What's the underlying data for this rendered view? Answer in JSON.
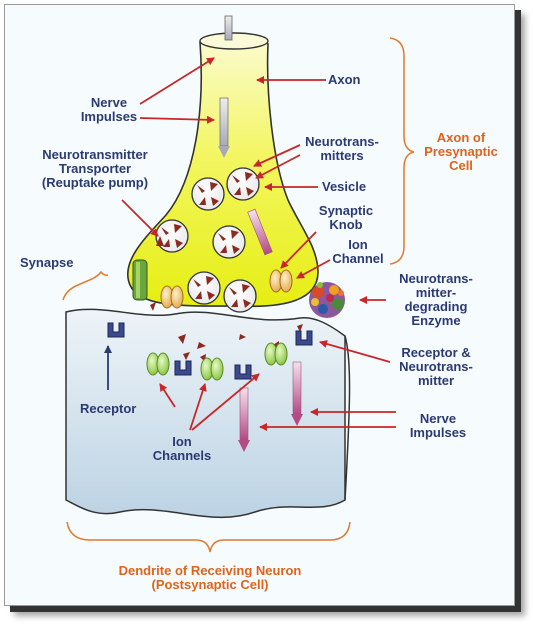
{
  "labels": {
    "axon": "Axon",
    "nerve_impulses_top": "Nerve\nImpulses",
    "neurotransmitter_transporter": "Neurotransmitter\nTransporter\n(Reuptake pump)",
    "neurotransmitters": "Neurotrans-\nmitters",
    "vesicle": "Vesicle",
    "synaptic_knob": "Synaptic\nKnob",
    "ion_channel": "Ion\nChannel",
    "axon_of_presynaptic_cell": "Axon of\nPresynaptic\nCell",
    "synapse": "Synapse",
    "degrading_enzyme": "Neurotrans-\nmitter-\ndegrading\nEnzyme",
    "receptor_and_neurotransmitter": "Receptor &\nNeurotrans-\nmitter",
    "receptor": "Receptor",
    "ion_channels": "Ion\nChannels",
    "nerve_impulses_bottom": "Nerve\nImpulses",
    "dendrite_of_receiving_neuron": "Dendrite of Receiving Neuron\n(Postsynaptic Cell)"
  },
  "colors": {
    "navy_text": "#2b3a73",
    "orange_text": "#e0631c",
    "arrow_red": "#c8262a",
    "axon_yellow": "#eef32a",
    "dendrite_blue": "#c8dcea"
  }
}
